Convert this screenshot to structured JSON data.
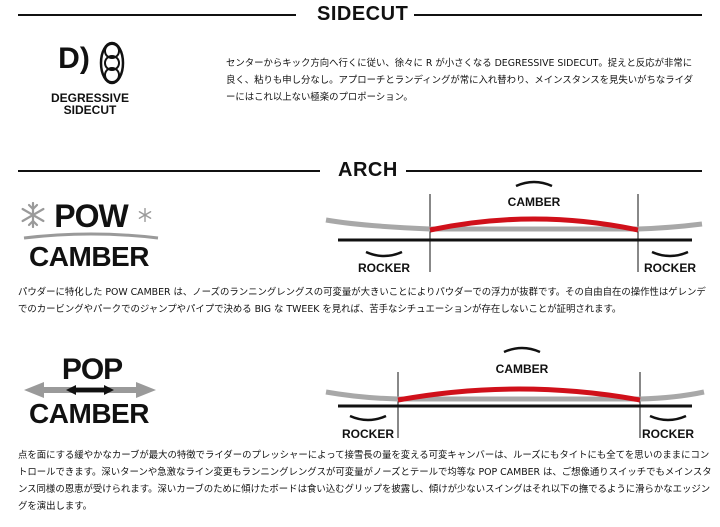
{
  "sidecut": {
    "heading": "SIDECUT",
    "logo_glyph": "D)",
    "logo_line1": "DEGRESSIVE",
    "logo_line2": "SIDECUT",
    "description": "センターからキック方向へ行くに従い、徐々に R が小さくなる DEGRESSIVE SIDECUT。捉えと反応が非常に良く、粘りも申し分なし。アプローチとランディングが常に入れ替わり、メインスタンスを見失いがちなライダーにはこれ以上ない極楽のプロポーション。"
  },
  "arch": {
    "heading": "ARCH",
    "pow_camber": {
      "logo_line1": "POW",
      "logo_line2": "CAMBER",
      "diagram": {
        "camber_label": "CAMBER",
        "rocker_left": "ROCKER",
        "rocker_right": "ROCKER"
      },
      "description": "パウダーに特化した POW CAMBER は、ノーズのランニングレングスの可変量が大きいことによりパウダーでの浮力が抜群です。その自由自在の操作性はゲレンデでのカービングやパークでのジャンプやパイプで決める BIG な TWEEK を見れば、苦手なシチュエーションが存在しないことが証明されます。"
    },
    "pop_camber": {
      "logo_line1": "POP",
      "logo_line2": "CAMBER",
      "diagram": {
        "camber_label": "CAMBER",
        "rocker_left": "ROCKER",
        "rocker_right": "ROCKER"
      },
      "description": "点を面にする緩やかなカーブが最大の特徴でライダーのプレッシャーによって接雪長の量を変える可変キャンバーは、ルーズにもタイトにも全てを思いのままにコントロールできます。深いターンや急激なライン変更もランニングレングスが可変量がノーズとテールで均等な POP CAMBER は、ご想像通りスイッチでもメインスタンス同様の恩恵が受けられます。深いカーブのために傾けたボードは食い込むグリップを披露し、傾けが少ないスイングはそれ以下の撫でるように滑らかなエッジングを演出します。"
    }
  },
  "colors": {
    "camber_red": "#d0101a",
    "board_gray": "#a8a8a8",
    "snowflake_gray": "#9a9a9a"
  }
}
